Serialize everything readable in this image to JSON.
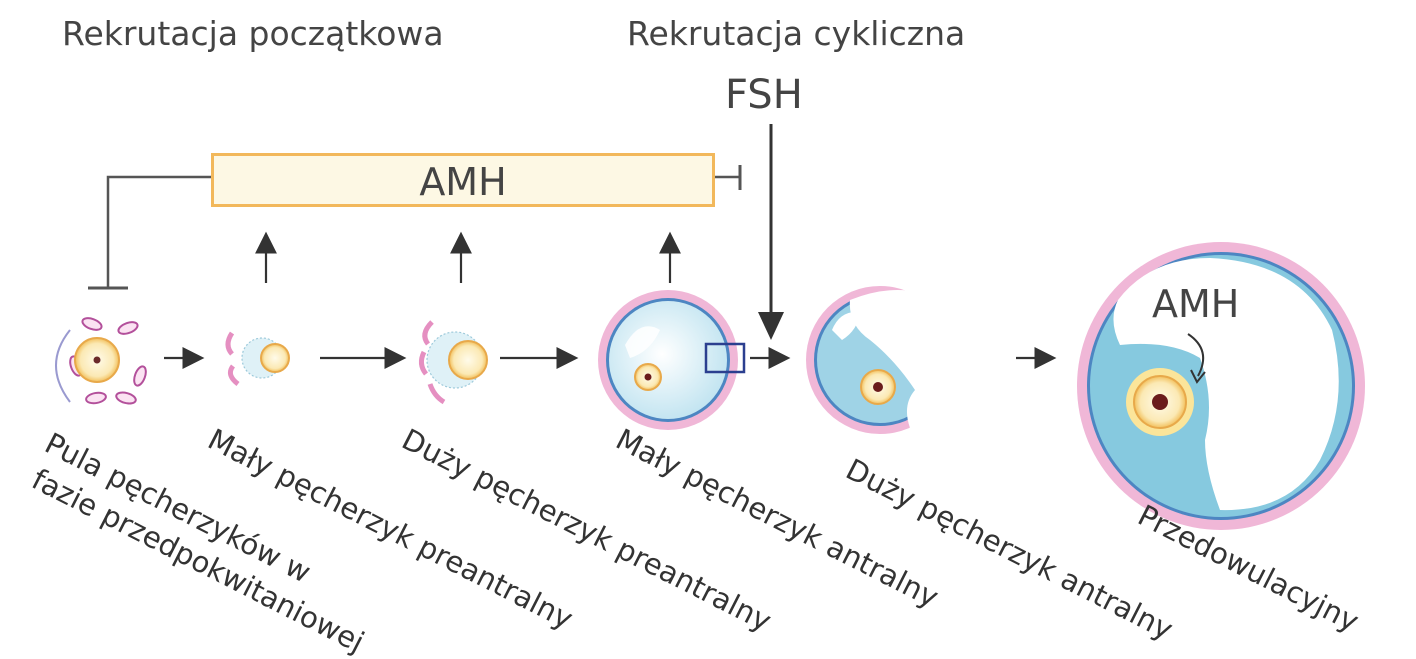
{
  "headings": {
    "initial_recruitment": "Rekrutacja początkowa",
    "cyclic_recruitment": "Rekrutacja cykliczna",
    "fsh": "FSH"
  },
  "amh_bar": {
    "label": "AMH"
  },
  "amh_preovulatory": "AMH",
  "stages": [
    {
      "line1": "Pula pęcherzyków w",
      "line2": "fazie przedpokwitaniowej"
    },
    {
      "line1": "Mały pęcherzyk preantralny"
    },
    {
      "line1": "Duży pęcherzyk preantralny"
    },
    {
      "line1": "Mały pęcherzyk antralny"
    },
    {
      "line1": "Duży pęcherzyk antralny"
    },
    {
      "line1": "Przedowulacyjny"
    }
  ],
  "colors": {
    "follicle_wall": "#e9a3cc",
    "granulosa_blue": "#7cc3dc",
    "antrum_light": "#eaf6fb",
    "oocyte_yellow": "#f5c86a",
    "amh_border": "#f2b85b",
    "amh_fill": "#fdf8e4",
    "arrow": "#333333"
  }
}
